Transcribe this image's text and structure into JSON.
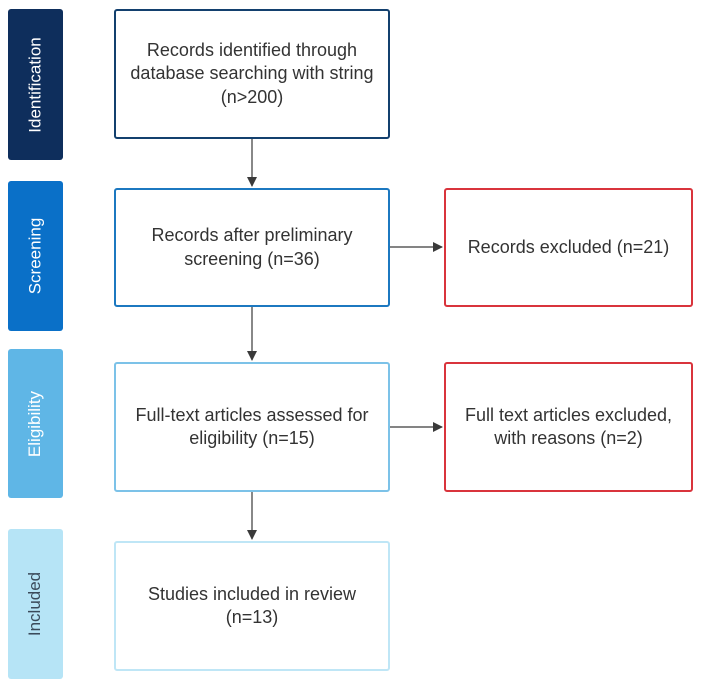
{
  "phases": [
    {
      "label": "Identification",
      "bg": "#0e2e5c",
      "color": "#ffffff"
    },
    {
      "label": "Screening",
      "bg": "#0a70c8",
      "color": "#ffffff"
    },
    {
      "label": "Eligibility",
      "bg": "#5fb6e6",
      "color": "#ffffff"
    },
    {
      "label": "Included",
      "bg": "#b6e4f6",
      "color": "#3a4a5a"
    }
  ],
  "boxes": {
    "identified": {
      "text": "Records identified through\ndatabase searching with string\n(n>200)",
      "border": "#13406e"
    },
    "screened": {
      "text": "Records after preliminary\nscreening (n=36)",
      "border": "#1c78c0"
    },
    "excluded_screening": {
      "text": "Records excluded (n=21)",
      "border": "#d9343c"
    },
    "assessed": {
      "text": "Full-text articles assessed for\neligibility (n=15)",
      "border": "#7cc2e8"
    },
    "excluded_fulltext": {
      "text": "Full text articles excluded,\nwith reasons (n=2)",
      "border": "#d9343c"
    },
    "included": {
      "text": "Studies included in  review\n(n=13)",
      "border": "#bfe6f6"
    }
  },
  "arrow_color": "#3a3a3a"
}
